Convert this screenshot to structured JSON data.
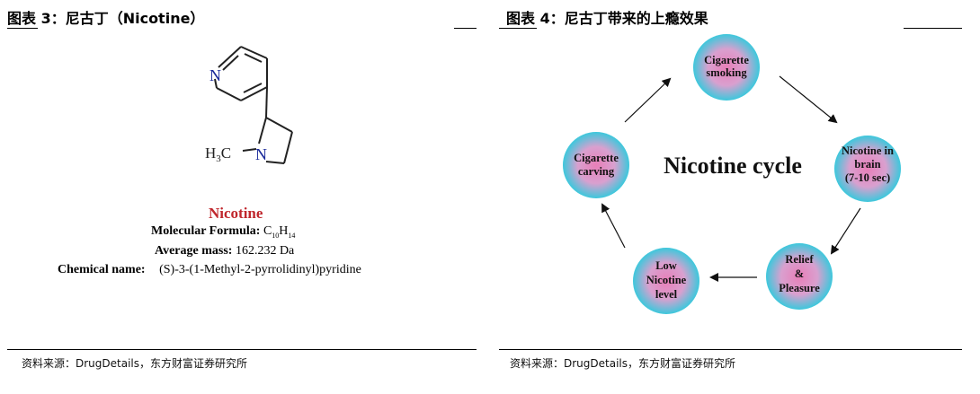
{
  "left": {
    "figure_title": "图表 3：尼古丁（Nicotine）",
    "structure": {
      "ring_atom": "N",
      "methyl_label": "H3C",
      "methyl_main": "H",
      "methyl_sub": "3",
      "methyl_c": "C",
      "pyrrolidine_atom": "N"
    },
    "compound_name": "Nicotine",
    "formula_label": "Molecular Formula:",
    "formula_c": "C",
    "formula_c_sub": "10",
    "formula_h": "H",
    "formula_h_sub": "14",
    "mass_label": "Average mass:",
    "mass_value": "162.232 Da",
    "chemname_label": "Chemical name:",
    "chemname_value": "(S)-3-(1-Methyl-2-pyrrolidinyl)pyridine",
    "source": "资料来源：DrugDetails，东方财富证券研究所",
    "accent_color": "#c0272d"
  },
  "right": {
    "figure_title": "图表 4：尼古丁带来的上瘾效果",
    "center_label": "Nicotine cycle",
    "nodes": {
      "smoking": [
        "Cigarette",
        "smoking"
      ],
      "brain": [
        "Nicotine in",
        "brain",
        "(7-10 sec)"
      ],
      "relief": [
        "Relief",
        "&",
        "Pleasure"
      ],
      "low": [
        "Low",
        "Nicotine",
        "level"
      ],
      "carving": [
        "Cigarette",
        "carving"
      ]
    },
    "source": "资料来源：DrugDetails，东方财富证券研究所",
    "circle_outer_color": "#3cc8dc",
    "circle_inner_color": "#e87fb8"
  }
}
